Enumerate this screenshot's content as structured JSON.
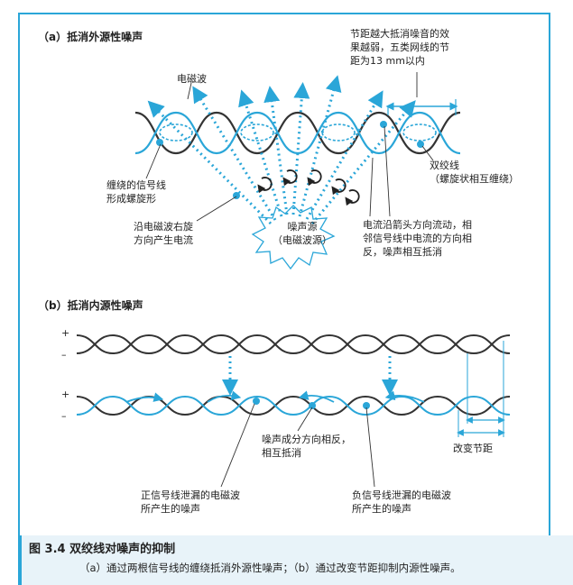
{
  "section_a": {
    "title": "（a）抵消外源性噪声"
  },
  "section_b": {
    "title": "（b）抵消内源性噪声"
  },
  "a_labels": {
    "em_wave": "电磁波",
    "pitch_note": [
      "节距越大抵消噪音的效",
      "果越弱，五类网线的节",
      "距为13 mm以内"
    ],
    "twisted_pair": [
      "双绞线",
      "（螺旋状相互缠绕）"
    ],
    "spiral": [
      "缠绕的信号线",
      "形成螺旋形"
    ],
    "right_hand": [
      "沿电磁波右旋",
      "方向产生电流"
    ],
    "noise_source": [
      "噪声源",
      "（电磁波源）"
    ],
    "cancel": [
      "电流沿箭头方向流动，相",
      "邻信号线中电流的方向相",
      "反，噪声相互抵消"
    ]
  },
  "b_labels": {
    "plus": "+",
    "minus": "–",
    "change_pitch": "改变节距",
    "opposite": [
      "噪声成分方向相反，",
      "相互抵消"
    ],
    "pos_leak": [
      "正信号线泄漏的电磁波",
      "所产生的噪声"
    ],
    "neg_leak": [
      "负信号线泄漏的电磁波",
      "所产生的噪声"
    ]
  },
  "caption": {
    "title": "图 3.4    双绞线对噪声的抑制",
    "body": "（a）通过两根信号线的缠绕抵消外源性噪声；（b）通过改变节距抑制内源性噪声。"
  },
  "colors": {
    "accent": "#2aa6d8",
    "wire": "#333333",
    "caption_bg": "#e8f3f9"
  }
}
